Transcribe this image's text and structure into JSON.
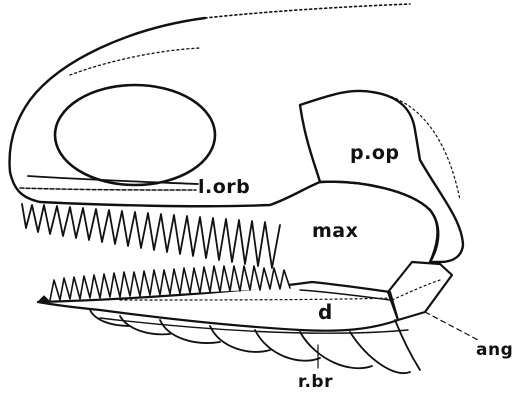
{
  "labels": {
    "postopercular": "p.op",
    "lacrimal_orbital": "l.orb",
    "maxilla": "max",
    "dentary": "d",
    "angular": "ang",
    "branchiostegal_rays": "r.br"
  },
  "colors": {
    "ink": "#111111",
    "paper": "#ffffff"
  }
}
